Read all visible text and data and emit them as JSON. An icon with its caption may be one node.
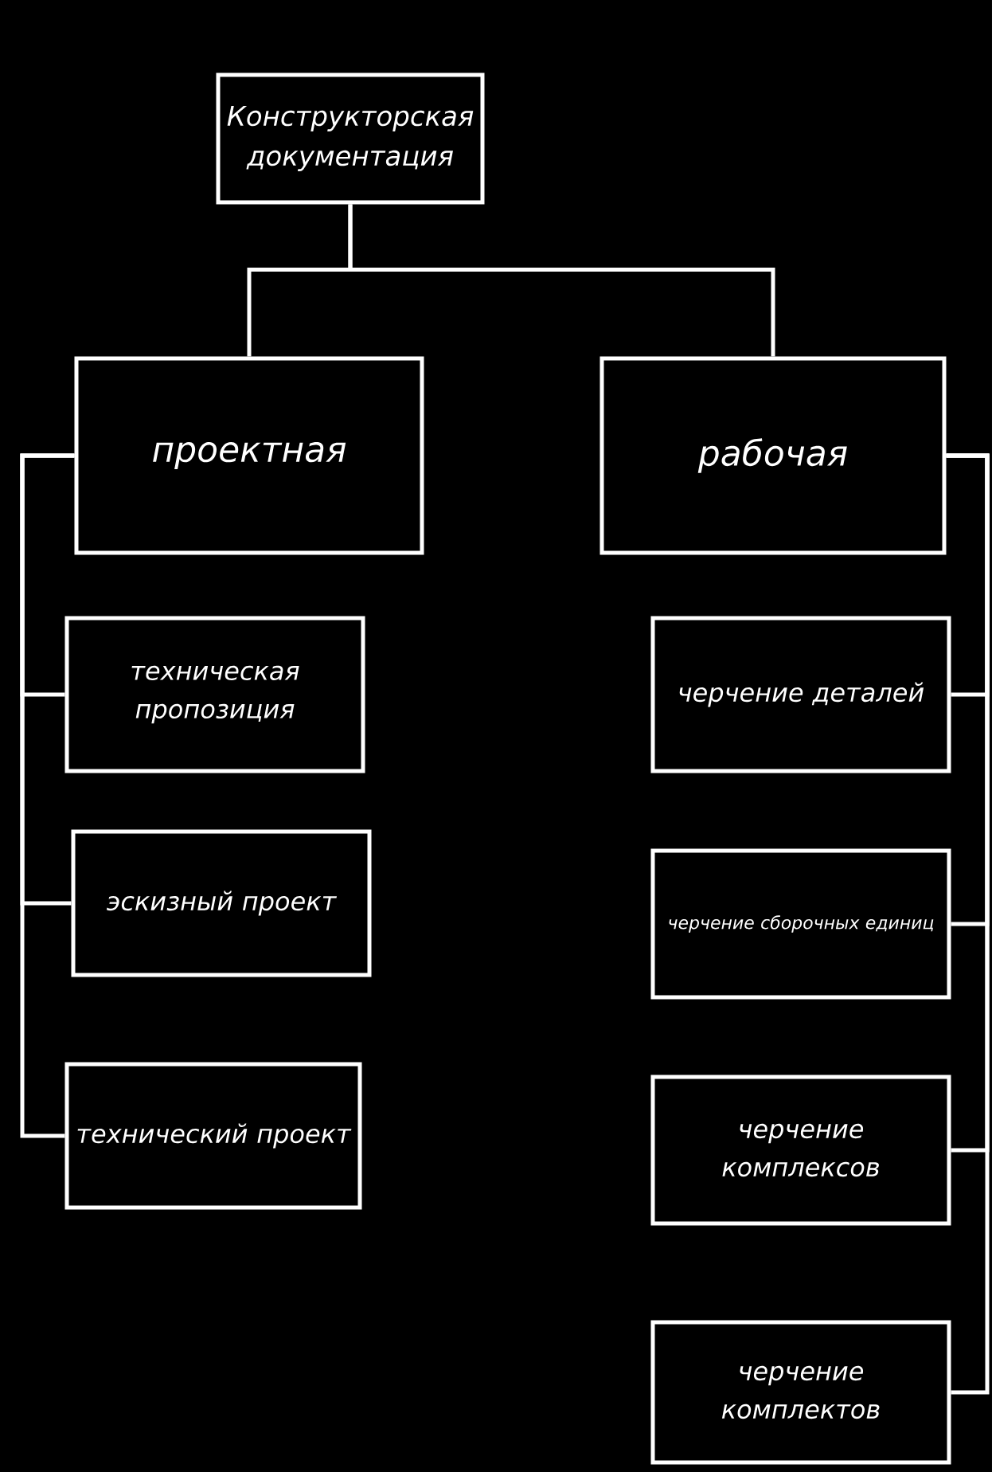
{
  "diagram": {
    "nodes": [
      {
        "text": [
          "Конструкторская документация"
        ]
      },
      {
        "text": [
          "проектная"
        ]
      },
      {
        "text": [
          "рабочая"
        ]
      },
      {
        "text": [
          "техническая пропозиция"
        ]
      },
      {
        "text": [
          "эскизный проект"
        ]
      },
      {
        "text": [
          "технический проект"
        ]
      },
      {
        "text": [
          "черчение деталей"
        ]
      },
      {
        "text": [
          "черчение сборочных единиц"
        ]
      },
      {
        "text": [
          "черчение комплексов"
        ]
      },
      {
        "text": [
          "черчение комплектов"
        ]
      }
    ],
    "edges": [
      {
        "from": 0,
        "to": 1,
        "arrow": "none"
      },
      {
        "from": 0,
        "to": 2,
        "arrow": "none"
      },
      {
        "from": 1,
        "to": 3,
        "arrow": "none"
      },
      {
        "from": 1,
        "to": 4,
        "arrow": "none"
      },
      {
        "from": 1,
        "to": 5,
        "arrow": "none"
      },
      {
        "from": 2,
        "to": 6,
        "arrow": "none"
      },
      {
        "from": 2,
        "to": 7,
        "arrow": "none"
      },
      {
        "from": 2,
        "to": 8,
        "arrow": "none"
      },
      {
        "from": 2,
        "to": 9,
        "arrow": "none"
      }
    ]
  }
}
